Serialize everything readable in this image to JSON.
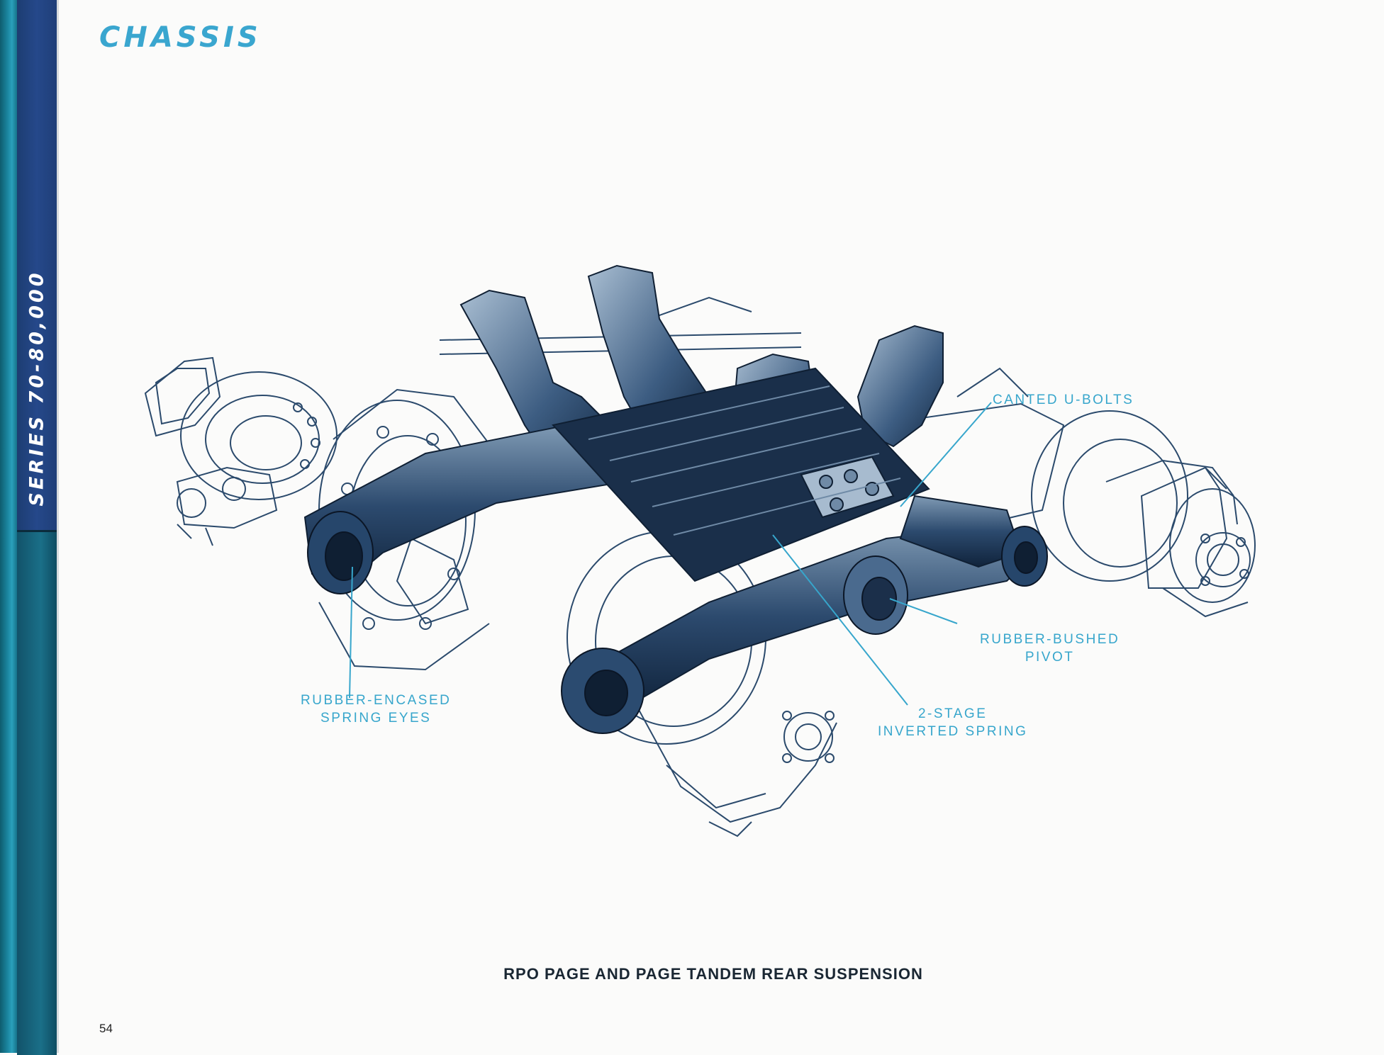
{
  "tab": {
    "label": "SERIES 70-80,000"
  },
  "header": {
    "title": "CHASSIS"
  },
  "callouts": {
    "canted_u_bolts": "CANTED U-BOLTS",
    "rubber_bushed_line1": "RUBBER-BUSHED",
    "rubber_bushed_line2": "PIVOT",
    "spring_eyes_line1": "RUBBER-ENCASED",
    "spring_eyes_line2": "SPRING EYES",
    "inverted_spring_line1": "2-STAGE",
    "inverted_spring_line2": "INVERTED SPRING"
  },
  "caption": "RPO PAGE AND PAGE TANDEM REAR SUSPENSION",
  "page_number": "54",
  "colors": {
    "accent": "#37a6cc",
    "tab_blue": "#25488a",
    "tab_teal": "#1b86a0",
    "illustration_dark": "#1d3a5c",
    "illustration_line": "#2b4a6c"
  }
}
